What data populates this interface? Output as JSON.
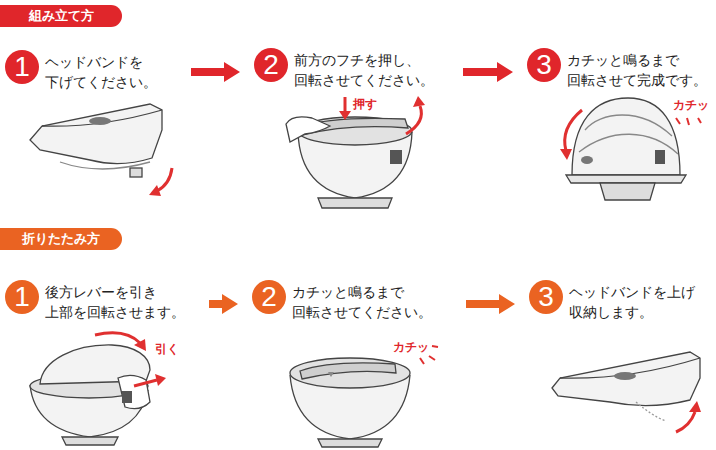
{
  "diagram": {
    "nodes": [
      {
        "text": [
          "組み立て方"
        ]
      },
      {
        "text": [
          "1",
          "ヘッドバンドを 下げてください。"
        ]
      },
      {
        "text": [
          "2",
          "前方のフチを押し、 回転させてください。"
        ]
      },
      {
        "text": [
          "3",
          "カチッと鳴るまで 回転させて完成です。"
        ]
      },
      {
        "text": [
          "折りたたみ方"
        ]
      },
      {
        "text": [
          "1",
          "後方レバーを引き 上部を回転させます。"
        ]
      },
      {
        "text": [
          "2",
          "カチッと鳴るまで 回転させてください。"
        ]
      },
      {
        "text": [
          "3",
          "ヘッドバンドを上げ 収納します。"
        ]
      }
    ],
    "edges": [
      {
        "from": 1,
        "to": 2,
        "arrow": "to"
      },
      {
        "from": 2,
        "to": 3,
        "arrow": "to"
      },
      {
        "from": 5,
        "to": 6,
        "arrow": "to"
      },
      {
        "from": 6,
        "to": 7,
        "arrow": "to"
      }
    ],
    "labels": [
      "押す",
      "カチッ",
      "引く",
      "カチッ"
    ]
  }
}
